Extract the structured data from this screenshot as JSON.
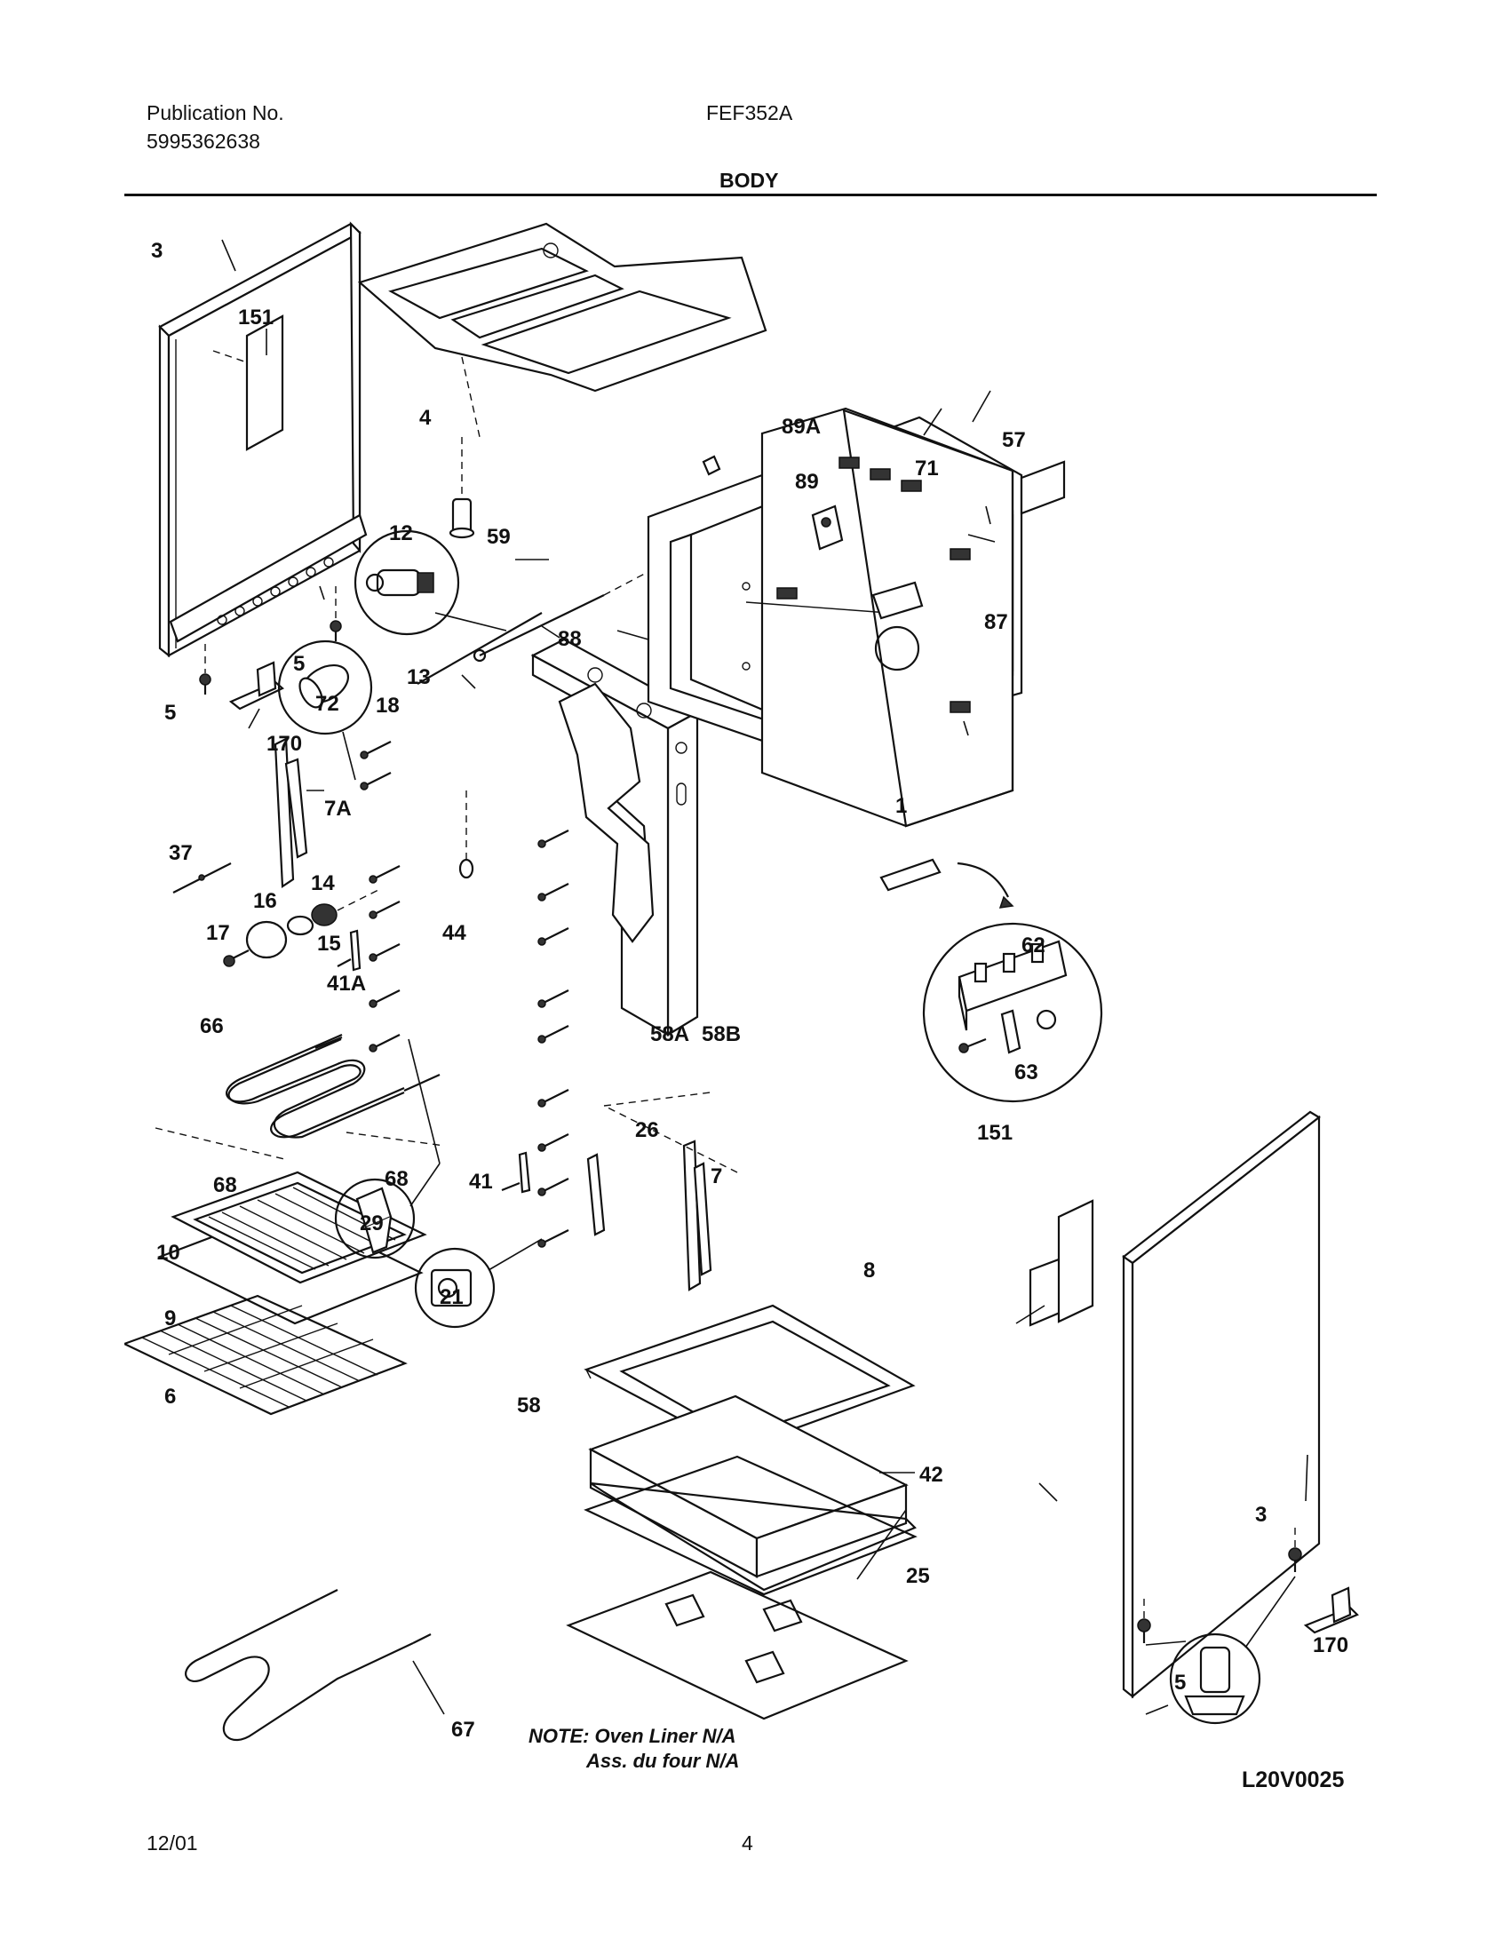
{
  "header": {
    "publication_label": "Publication No.",
    "publication_number": "5995362638",
    "model": "FEF352A",
    "section_title": "BODY"
  },
  "diagram": {
    "parts": {
      "p1": "1",
      "p3a": "3",
      "p3b": "3",
      "p4": "4",
      "p5a": "5",
      "p5b": "5",
      "p5c": "5",
      "p6": "6",
      "p7": "7",
      "p7a": "7A",
      "p8": "8",
      "p9": "9",
      "p10": "10",
      "p12": "12",
      "p13": "13",
      "p14": "14",
      "p15": "15",
      "p16": "16",
      "p17": "17",
      "p18": "18",
      "p21": "21",
      "p25": "25",
      "p26": "26",
      "p29": "29",
      "p37": "37",
      "p41": "41",
      "p41a": "41A",
      "p42": "42",
      "p44": "44",
      "p57": "57",
      "p58": "58",
      "p58a": "58A",
      "p58b": "58B",
      "p59": "59",
      "p62": "62",
      "p63": "63",
      "p66": "66",
      "p67": "67",
      "p68a": "68",
      "p68b": "68",
      "p71": "71",
      "p72": "72",
      "p87": "87",
      "p88": "88",
      "p89": "89",
      "p89a": "89A",
      "p151a": "151",
      "p151b": "151",
      "p170a": "170",
      "p170b": "170"
    },
    "note_line1": "NOTE: Oven Liner N/A",
    "note_line2": "Ass. du four N/A",
    "drawing_code": "L20V0025"
  },
  "footer": {
    "date": "12/01",
    "page_number": "4"
  }
}
